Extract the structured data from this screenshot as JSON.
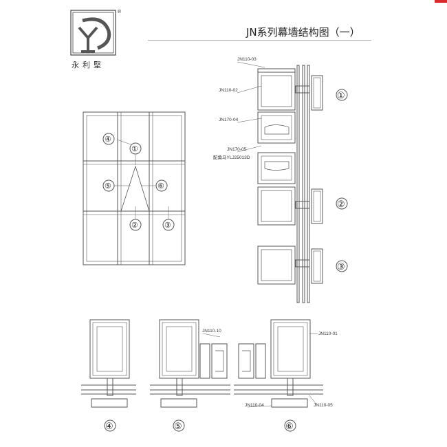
{
  "brand": {
    "name": "永利堅",
    "reg": "®"
  },
  "title": "JN系列幕墙结构图（一）",
  "elevation": {
    "markers": [
      "④",
      "①",
      "⑤",
      "⑥",
      "②",
      "③"
    ]
  },
  "section_top": {
    "labels": [
      "JN110-03",
      "JN110-02",
      "JN170-04",
      "JN170-05",
      "配角马YLJ25013D"
    ],
    "markers": [
      "①",
      "②",
      "③"
    ]
  },
  "section_bottom": {
    "labels": [
      "JN110-10",
      "JN110-01",
      "JN110-04",
      "JN110-05"
    ],
    "markers": [
      "④",
      "⑤",
      "⑥"
    ]
  },
  "colors": {
    "line": "#555555",
    "accent": "#d92b2b"
  }
}
